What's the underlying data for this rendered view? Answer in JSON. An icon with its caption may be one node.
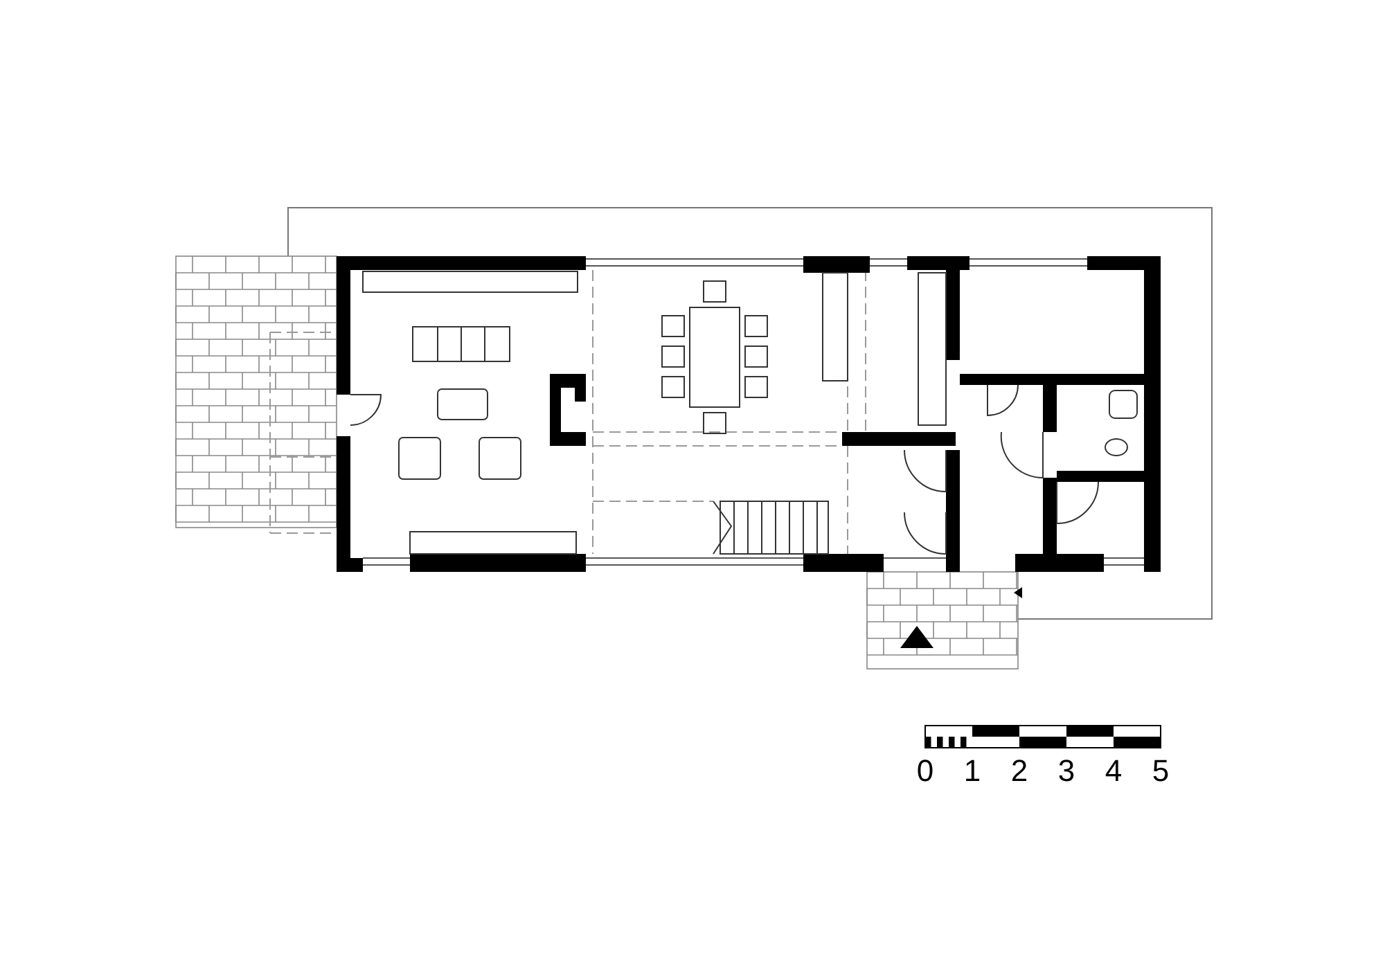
{
  "diagram": {
    "labels": [
      "0",
      "1",
      "2",
      "3",
      "4",
      "5"
    ]
  }
}
